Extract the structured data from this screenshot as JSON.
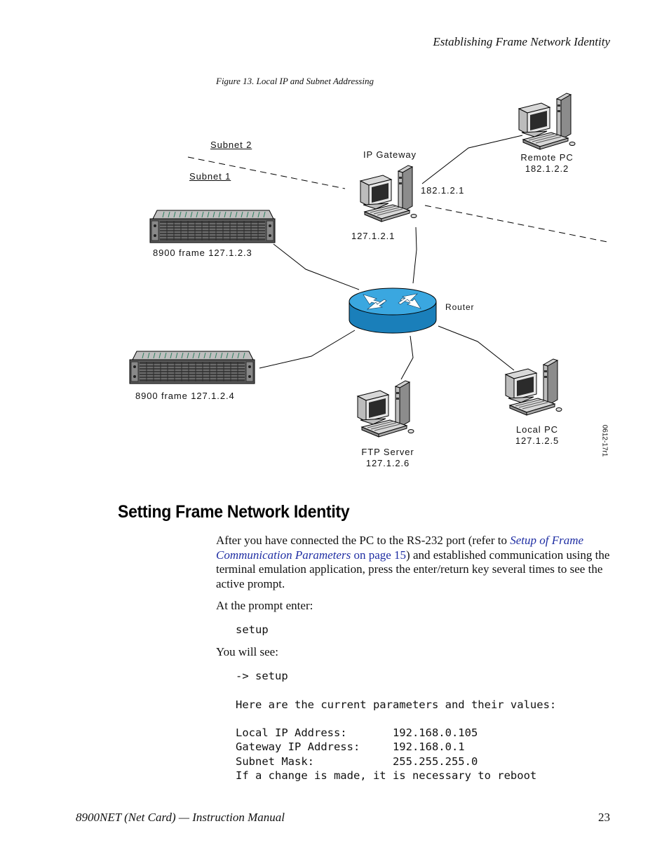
{
  "header": {
    "running_title": "Establishing Frame Network Identity"
  },
  "figure": {
    "caption": "Figure 13.  Local IP and Subnet Addressing",
    "labels": {
      "subnet2": "Subnet 2",
      "subnet1": "Subnet 1",
      "ip_gateway": "IP Gateway",
      "gateway_addr_upper": "182.1.2.1",
      "gateway_addr_lower": "127.1.2.1",
      "remote_pc_name": "Remote PC",
      "remote_pc_addr": "182.1.2.2",
      "frame1": "8900 frame 127.1.2.3",
      "frame2": "8900 frame 127.1.2.4",
      "router": "Router",
      "ftp_name": "FTP Server",
      "ftp_addr": "127.1.2.6",
      "local_pc_name": "Local PC",
      "local_pc_addr": "127.1.2.5",
      "drawing_number": "0612-17r1"
    }
  },
  "section": {
    "heading": "Setting Frame Network Identity",
    "para1": {
      "before": "After you have connected the PC to the RS-232 port (refer to ",
      "link_italic": "Setup of Frame Communication Parameters",
      "link_plain": " on page 15",
      "after": ") and established communication using the terminal emulation application, press the enter/return key several times to see the active prompt."
    },
    "para2": "At the prompt enter:",
    "code1": "setup",
    "para3": "You will see:",
    "code2": "-> setup\n\nHere are the current parameters and their values:\n\nLocal IP Address:       192.168.0.105\nGateway IP Address:     192.168.0.1\nSubnet Mask:            255.255.255.0\nIf a change is made, it is necessary to reboot"
  },
  "footer": {
    "manual_title": "8900NET (Net Card) — Instruction Manual",
    "page_number": "23"
  }
}
